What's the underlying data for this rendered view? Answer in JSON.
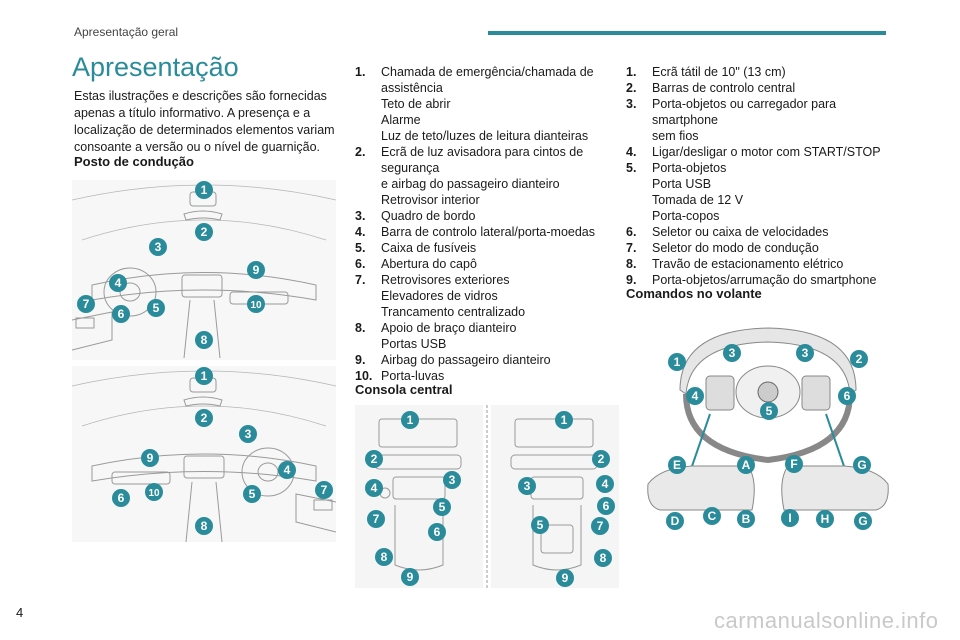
{
  "header": {
    "section": "Apresentação geral"
  },
  "title": "Apresentação",
  "intro": "Estas ilustrações e descrições são fornecidas apenas a título informativo. A presença e a localização de determinados elementos variam consoante a versão ou o nível de guarnição.",
  "sections": {
    "driving": "Posto de condução",
    "console": "Consola central",
    "wheel": "Comandos no volante"
  },
  "driving_list": [
    {
      "n": "1.",
      "lines": [
        "Chamada de emergência/chamada de",
        "assistência",
        "Teto de abrir",
        "Alarme",
        "Luz de teto/luzes de leitura dianteiras"
      ]
    },
    {
      "n": "2.",
      "lines": [
        "Ecrã de luz avisadora para cintos de segurança",
        "e airbag do passageiro dianteiro",
        "Retrovisor interior"
      ]
    },
    {
      "n": "3.",
      "lines": [
        "Quadro de bordo"
      ]
    },
    {
      "n": "4.",
      "lines": [
        "Barra de controlo lateral/porta-moedas"
      ]
    },
    {
      "n": "5.",
      "lines": [
        "Caixa de fusíveis"
      ]
    },
    {
      "n": "6.",
      "lines": [
        "Abertura do capô"
      ]
    },
    {
      "n": "7.",
      "lines": [
        "Retrovisores exteriores",
        "Elevadores de vidros",
        "Trancamento centralizado"
      ]
    },
    {
      "n": "8.",
      "lines": [
        "Apoio de braço dianteiro",
        "Portas USB"
      ]
    },
    {
      "n": "9.",
      "lines": [
        "Airbag do passageiro dianteiro"
      ]
    },
    {
      "n": "10.",
      "lines": [
        "Porta-luvas"
      ]
    }
  ],
  "console_list": [
    {
      "n": "1.",
      "lines": [
        "Ecrã tátil de 10\" (13 cm)"
      ]
    },
    {
      "n": "2.",
      "lines": [
        "Barras de controlo central"
      ]
    },
    {
      "n": "3.",
      "lines": [
        "Porta-objetos ou carregador para smartphone",
        "sem fios"
      ]
    },
    {
      "n": "4.",
      "lines": [
        "Ligar/desligar o motor com START/STOP"
      ]
    },
    {
      "n": "5.",
      "lines": [
        "Porta-objetos",
        "Porta USB",
        "Tomada de 12 V",
        "Porta-copos"
      ]
    },
    {
      "n": "6.",
      "lines": [
        "Seletor ou caixa de velocidades"
      ]
    },
    {
      "n": "7.",
      "lines": [
        "Seletor do modo de condução"
      ]
    },
    {
      "n": "8.",
      "lines": [
        "Travão de estacionamento elétrico"
      ]
    },
    {
      "n": "9.",
      "lines": [
        "Porta-objetos/arrumação do smartphone"
      ]
    }
  ],
  "markers": {
    "d1": [
      "1",
      "2",
      "3",
      "4",
      "5",
      "6",
      "7",
      "8",
      "9",
      "10"
    ],
    "d2": [
      "1",
      "2",
      "3",
      "4",
      "5",
      "6",
      "7",
      "8",
      "9",
      "10"
    ],
    "c1": [
      "1",
      "2",
      "3",
      "4",
      "5",
      "6",
      "7",
      "8",
      "9"
    ],
    "c2": [
      "1",
      "2",
      "3",
      "4",
      "5",
      "6",
      "7",
      "8",
      "9"
    ],
    "w": [
      "1",
      "2",
      "3",
      "3",
      "4",
      "5",
      "6"
    ],
    "wl": [
      "E",
      "A",
      "D",
      "C",
      "B"
    ],
    "wr": [
      "F",
      "G",
      "I",
      "H",
      "G"
    ]
  },
  "page_number": "4",
  "watermark": "carmanualsonline.info",
  "accent_color": "#2a8c9a"
}
